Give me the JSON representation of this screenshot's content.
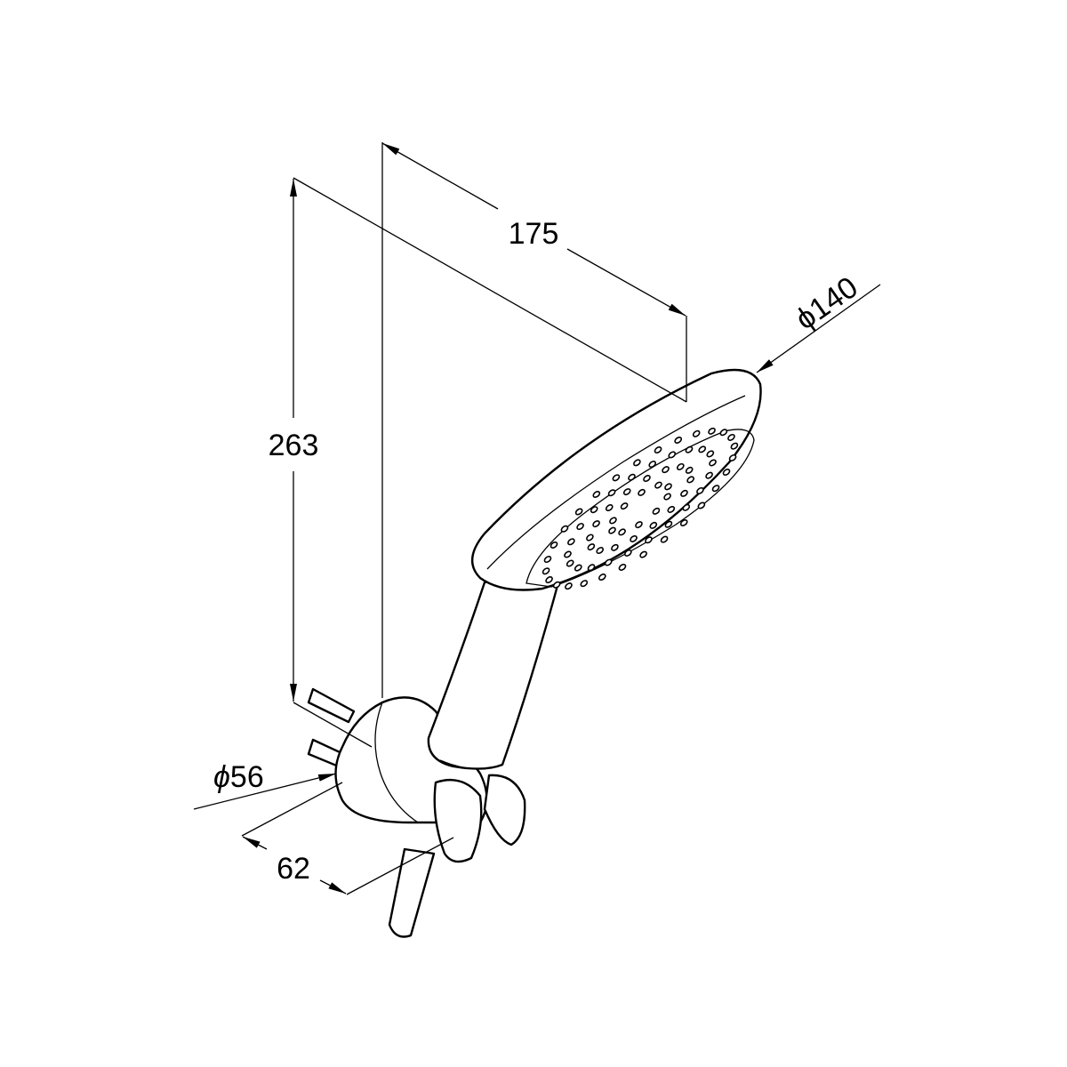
{
  "drawing": {
    "dimensions": {
      "reach": "175",
      "head_diameter": "140",
      "height": "263",
      "holder_diameter": "56",
      "holder_depth": "62"
    },
    "diameter_symbol": "ϕ"
  }
}
